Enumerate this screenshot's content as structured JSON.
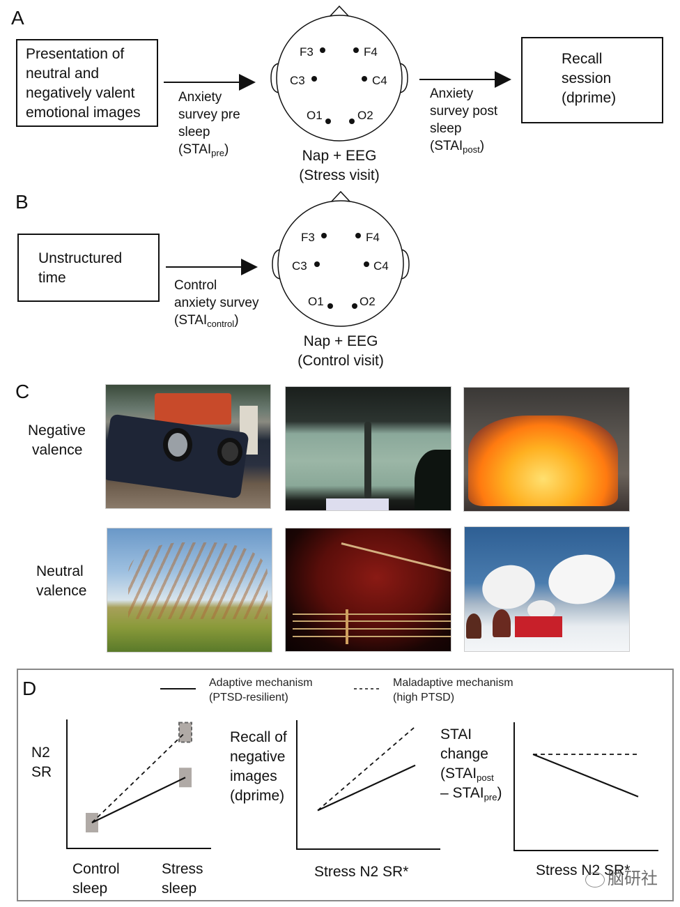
{
  "panels": {
    "A": {
      "label": "A",
      "input_box": [
        "Presentation of",
        "neutral and",
        "negatively valent",
        "emotional images"
      ],
      "arrow1_label": [
        "Anxiety",
        "survey pre",
        "sleep"
      ],
      "arrow1_stai": {
        "base": "(STAI",
        "sub": "pre",
        "close": ")"
      },
      "head_caption": [
        "Nap + EEG",
        "(Stress visit)"
      ],
      "arrow2_label": [
        "Anxiety",
        "survey post",
        "sleep"
      ],
      "arrow2_stai": {
        "base": "(STAI",
        "sub": "post",
        "close": ")"
      },
      "output_box": [
        "Recall",
        "session",
        "(dprime)"
      ]
    },
    "B": {
      "label": "B",
      "input_box": [
        "Unstructured",
        "time"
      ],
      "arrow_label": [
        "Control",
        "anxiety survey"
      ],
      "arrow_stai": {
        "base": "(STAI",
        "sub": "control",
        "close": ")"
      },
      "head_caption": [
        "Nap + EEG",
        "(Control visit)"
      ]
    },
    "electrodes": [
      "F3",
      "F4",
      "C3",
      "C4",
      "O1",
      "O2"
    ],
    "C": {
      "label": "C",
      "rows": [
        {
          "label": [
            "Negative",
            "valence"
          ],
          "images": [
            "overturned-car-crash-photo",
            "tornado-photo",
            "building-fire-photo"
          ]
        },
        {
          "label": [
            "Neutral",
            "valence"
          ],
          "images": [
            "wind-blown-grass-photo",
            "violin-photo",
            "satellite-dishes-photo"
          ]
        }
      ]
    },
    "D": {
      "label": "D",
      "legend": [
        {
          "style": "solid",
          "line1": "Adaptive mechanism",
          "line2": "(PTSD-resilient)"
        },
        {
          "style": "dashed",
          "line1": "Maladaptive mechanism",
          "line2": "(high PTSD)"
        }
      ]
    }
  },
  "watermark": "脑研社",
  "chart_data": [
    {
      "type": "line",
      "ylabel": [
        "N2",
        "SR"
      ],
      "categories": [
        "Control sleep",
        "Stress sleep"
      ],
      "xlabel_lines": [
        [
          "Control",
          "sleep"
        ],
        [
          "Stress",
          "sleep"
        ]
      ],
      "series": [
        {
          "name": "Adaptive mechanism (PTSD-resilient)",
          "style": "solid",
          "values": [
            0.2,
            0.55
          ]
        },
        {
          "name": "Maladaptive mechanism (high PTSD)",
          "style": "dashed",
          "values": [
            0.2,
            0.9
          ]
        }
      ],
      "markers": "gray squares",
      "ylim": [
        0,
        1
      ],
      "schematic": true
    },
    {
      "type": "line",
      "ylabel": [
        "Recall of",
        "negative",
        "images",
        "(dprime)"
      ],
      "xlabel": "Stress N2 SR*",
      "x": [
        0,
        1
      ],
      "series": [
        {
          "name": "Adaptive mechanism (PTSD-resilient)",
          "style": "solid",
          "values": [
            0.3,
            0.65
          ]
        },
        {
          "name": "Maladaptive mechanism (high PTSD)",
          "style": "dashed",
          "values": [
            0.3,
            0.95
          ]
        }
      ],
      "ylim": [
        0,
        1
      ],
      "schematic": true
    },
    {
      "type": "line",
      "ylabel": [
        "STAI",
        "change"
      ],
      "ylabel_formula": {
        "open": "(STAI",
        "sub1": "post",
        "minus": "– STAI",
        "sub2": "pre",
        "close": ")"
      },
      "xlabel": "Stress N2 SR*",
      "x": [
        0,
        1
      ],
      "series": [
        {
          "name": "Adaptive mechanism (PTSD-resilient)",
          "style": "solid",
          "values": [
            0.75,
            0.42
          ]
        },
        {
          "name": "Maladaptive mechanism (high PTSD)",
          "style": "dashed",
          "values": [
            0.75,
            0.75
          ]
        }
      ],
      "ylim": [
        0,
        1
      ],
      "schematic": true
    }
  ]
}
